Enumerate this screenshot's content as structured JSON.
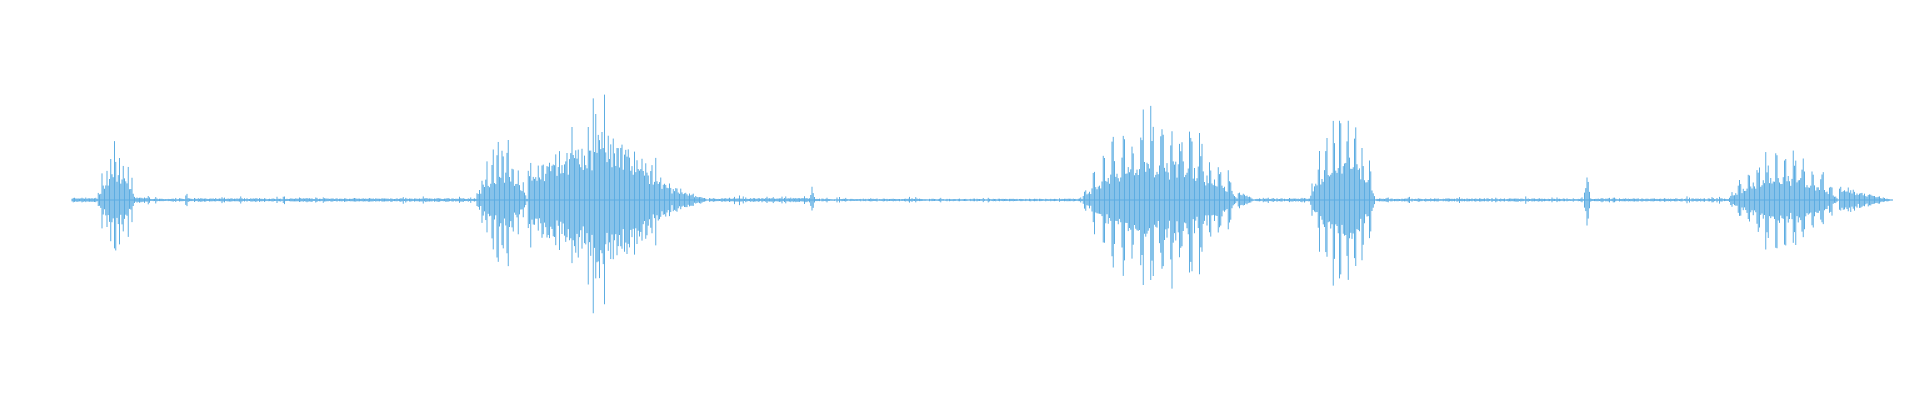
{
  "waveform": {
    "color": "#5DADE2",
    "background": "#FFFFFF",
    "segments": [
      {
        "kind": "sine-burst",
        "start": 0.0,
        "end": 0.014,
        "amp": 0.02,
        "style": "baseline"
      },
      {
        "kind": "tooth",
        "start": 0.014,
        "end": 0.035,
        "amp": 0.5,
        "teeth": 9,
        "jitter": 0.3
      },
      {
        "kind": "noise",
        "start": 0.035,
        "end": 0.041,
        "amp": 0.05
      },
      {
        "kind": "spike",
        "start": 0.041,
        "end": 0.043,
        "amp": 0.06
      },
      {
        "kind": "noise",
        "start": 0.043,
        "end": 0.062,
        "amp": 0.03
      },
      {
        "kind": "spike",
        "start": 0.062,
        "end": 0.064,
        "amp": 0.08
      },
      {
        "kind": "noise",
        "start": 0.064,
        "end": 0.222,
        "amp": 0.035
      },
      {
        "kind": "tooth",
        "start": 0.222,
        "end": 0.25,
        "amp": 0.55,
        "teeth": 10,
        "jitter": 0.35
      },
      {
        "kind": "swell",
        "start": 0.25,
        "end": 0.33,
        "amp": 1.0,
        "peakAt": 0.55,
        "jitter": 0.35
      },
      {
        "kind": "decay",
        "start": 0.33,
        "end": 0.35,
        "amp": 0.12
      },
      {
        "kind": "noise",
        "start": 0.35,
        "end": 0.405,
        "amp": 0.04
      },
      {
        "kind": "spike",
        "start": 0.405,
        "end": 0.408,
        "amp": 0.14
      },
      {
        "kind": "noise",
        "start": 0.408,
        "end": 0.555,
        "amp": 0.025
      },
      {
        "kind": "tooth",
        "start": 0.555,
        "end": 0.64,
        "amp": 0.78,
        "teeth": 16,
        "jitter": 0.3
      },
      {
        "kind": "decay",
        "start": 0.64,
        "end": 0.65,
        "amp": 0.08
      },
      {
        "kind": "noise",
        "start": 0.65,
        "end": 0.68,
        "amp": 0.03
      },
      {
        "kind": "tooth",
        "start": 0.68,
        "end": 0.716,
        "amp": 0.8,
        "teeth": 9,
        "jitter": 0.25
      },
      {
        "kind": "noise",
        "start": 0.716,
        "end": 0.83,
        "amp": 0.03
      },
      {
        "kind": "spike",
        "start": 0.83,
        "end": 0.834,
        "amp": 0.2
      },
      {
        "kind": "noise",
        "start": 0.834,
        "end": 0.91,
        "amp": 0.03
      },
      {
        "kind": "tooth",
        "start": 0.91,
        "end": 0.97,
        "amp": 0.45,
        "teeth": 12,
        "jitter": 0.25
      },
      {
        "kind": "decay",
        "start": 0.97,
        "end": 1.0,
        "amp": 0.12
      }
    ]
  }
}
